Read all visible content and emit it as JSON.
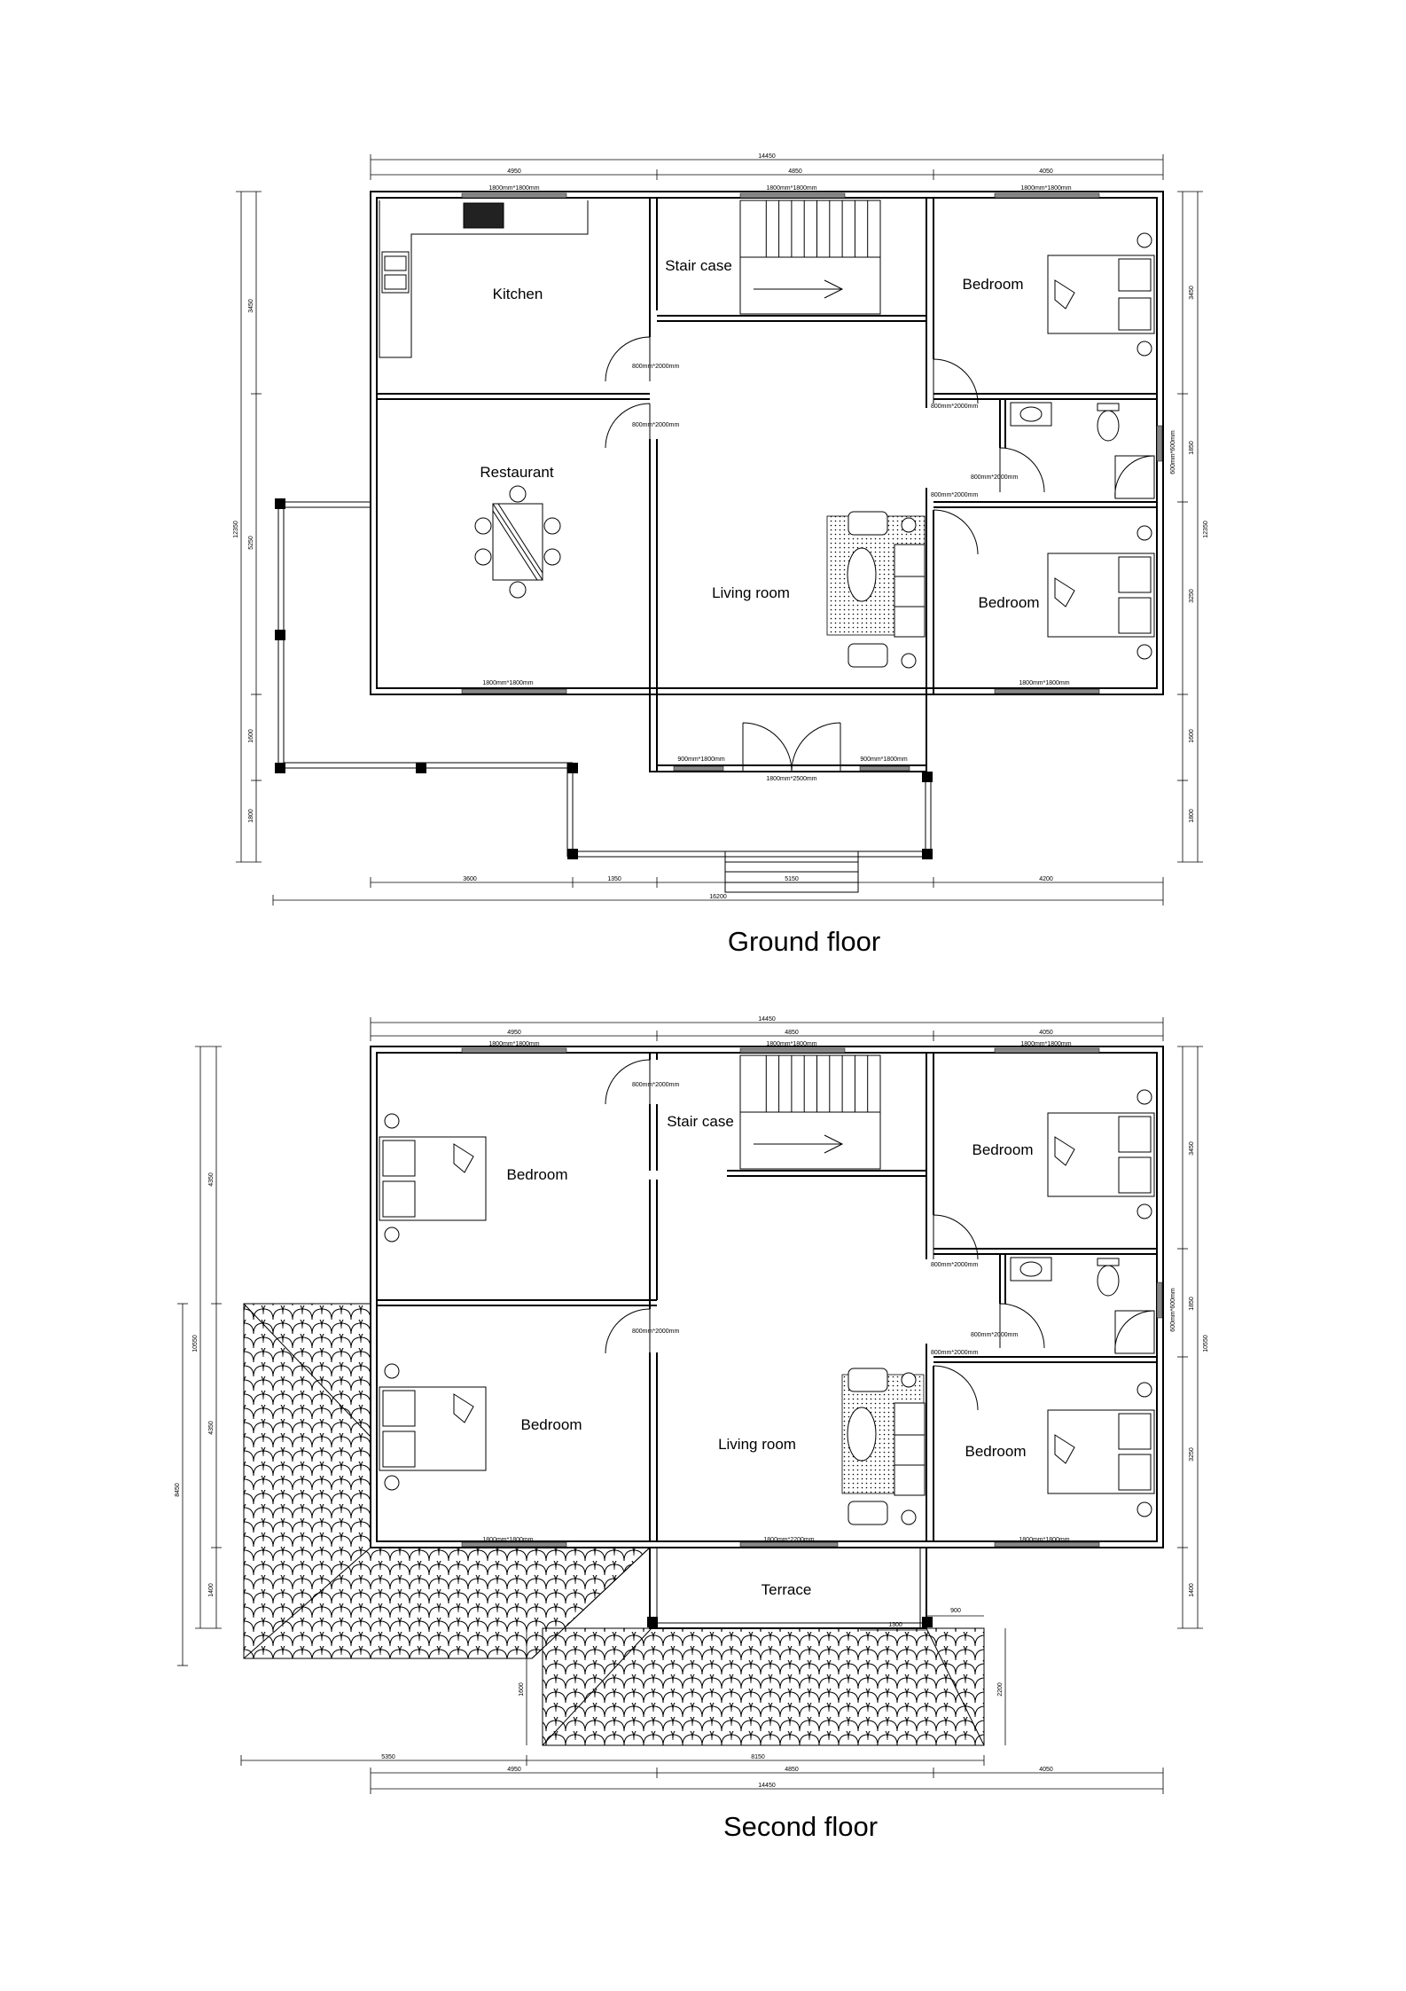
{
  "floors": [
    {
      "title": "Ground floor",
      "rooms": {
        "kitchen": "Kitchen",
        "staircase": "Stair case",
        "bedroom_top": "Bedroom",
        "restaurant": "Restaurant",
        "living": "Living room",
        "bedroom_mid": "Bedroom"
      },
      "dims": {
        "top_total": "14450",
        "top_a": "4950",
        "top_b": "4850",
        "top_c": "4050",
        "left_a": "3450",
        "left_b": "5250",
        "left_c": "1600",
        "left_d": "1800",
        "left_total": "12350",
        "right_a": "3450",
        "right_b": "1850",
        "right_c": "3250",
        "right_d": "1600",
        "right_e": "1800",
        "right_total": "12350",
        "bot_a": "3600",
        "bot_b": "1350",
        "bot_c": "5150",
        "bot_d": "4200",
        "bot_total": "16200"
      },
      "labels": {
        "win_kitchen": "1800mm*1800mm",
        "win_stair": "1800mm*1800mm",
        "win_bed1": "1800mm*1800mm",
        "door_kitchen": "800mm*2000mm",
        "door_restaurant": "800mm*2000mm",
        "door_bed1": "800mm*2000mm",
        "door_bath": "800mm*2000mm",
        "door_bed2": "800mm*2000mm",
        "win_bath": "600mm*600mm",
        "win_restaurant": "1800mm*1800mm",
        "win_bed2": "1800mm*1800mm",
        "win_front_l": "900mm*1800mm",
        "win_front_r": "900mm*1800mm",
        "door_main": "1800mm*2500mm"
      }
    },
    {
      "title": "Second floor",
      "rooms": {
        "bedroom_tl": "Bedroom",
        "staircase": "Stair case",
        "bedroom_tr": "Bedroom",
        "bedroom_bl": "Bedroom",
        "living": "Living room",
        "bedroom_br": "Bedroom",
        "terrace": "Terrace"
      },
      "dims": {
        "top_total": "14450",
        "top_a": "4950",
        "top_b": "4850",
        "top_c": "4050",
        "left_a": "4350",
        "left_b": "4350",
        "left_c": "1400",
        "left_total": "10550",
        "left_outer": "8450",
        "right_a": "3450",
        "right_b": "1850",
        "right_c": "3250",
        "right_d": "1400",
        "right_total": "10550",
        "roof_h1": "1600",
        "roof_h2": "2200",
        "roof_w1": "1300",
        "roof_w2": "900",
        "bot_roof_a": "5350",
        "bot_roof_b": "8150",
        "bot_a": "4950",
        "bot_b": "4850",
        "bot_c": "4050",
        "bot_total": "14450"
      },
      "labels": {
        "win_bed_tl": "1800mm*1800mm",
        "win_stair": "1800mm*1800mm",
        "win_bed_tr": "1800mm*1800mm",
        "door_bed_tl": "800mm*2000mm",
        "door_bed_bl": "800mm*2000mm",
        "door_bed_tr": "800mm*2000mm",
        "door_bath": "800mm*2000mm",
        "door_bed_br": "800mm*2000mm",
        "win_bath": "600mm*600mm",
        "win_bed_bl": "1800mm*1800mm",
        "door_terrace": "1800mm*2200mm",
        "win_bed_br": "1800mm*1800mm"
      }
    }
  ]
}
